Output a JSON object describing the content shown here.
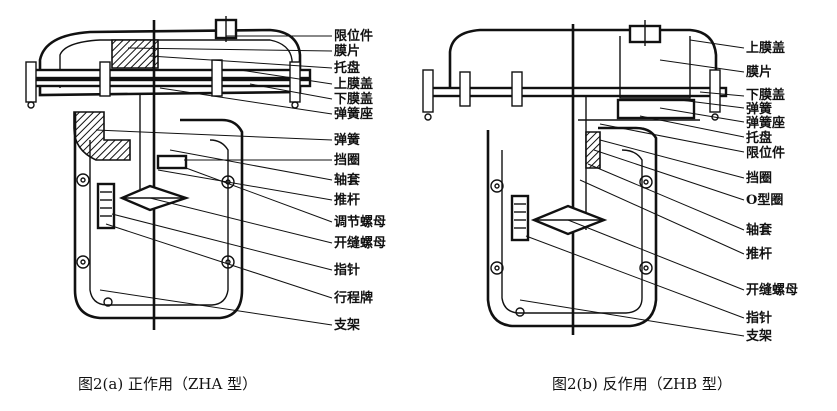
{
  "diagram_a": {
    "caption": "图2(a)  正作用（ZHA 型）",
    "labels": [
      "限位件",
      "膜片",
      "托盘",
      "上膜盖",
      "下膜盖",
      "弹簧座",
      "弹簧",
      "挡圈",
      "轴套",
      "推杆",
      "调节螺母",
      "开缝螺母",
      "指针",
      "行程牌",
      "支架"
    ]
  },
  "diagram_b": {
    "caption": "图2(b)  反作用（ZHB 型）",
    "labels": [
      "上膜盖",
      "膜片",
      "下膜盖",
      "弹簧",
      "弹簧座",
      "托盘",
      "限位件",
      "挡圈",
      "O型圈",
      "轴套",
      "推杆",
      "开缝螺母",
      "指针",
      "支架"
    ]
  }
}
